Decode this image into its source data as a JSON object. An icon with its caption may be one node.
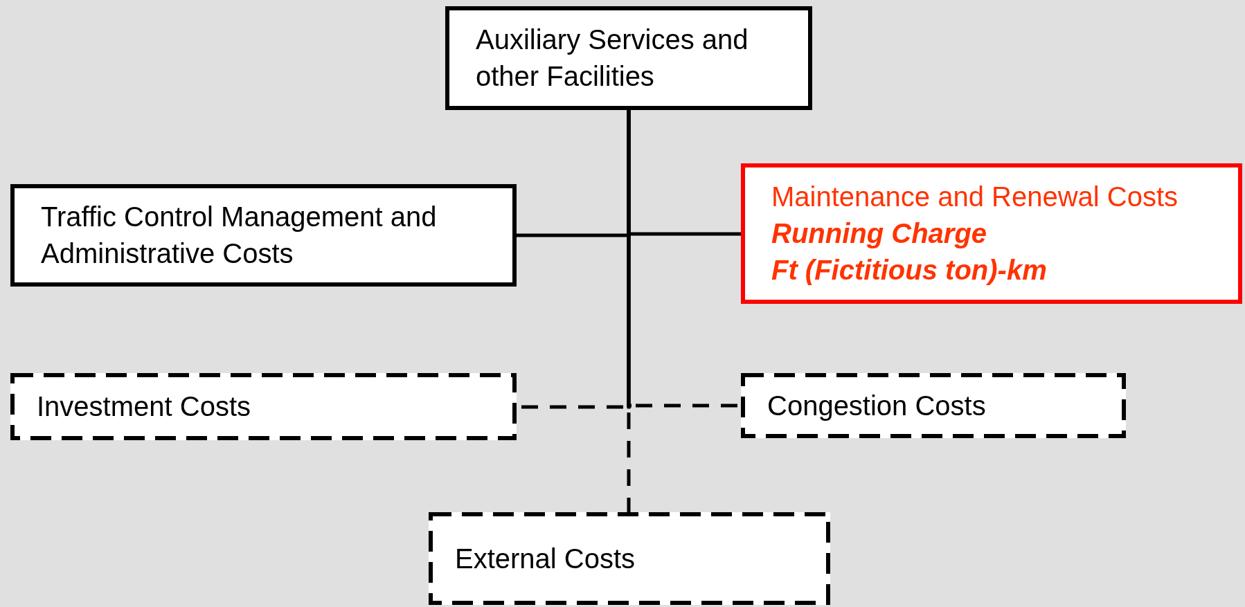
{
  "diagram": {
    "nodes": [
      {
        "text": [
          "Auxiliary Services and other Facilities"
        ]
      },
      {
        "text": [
          "Traffic Control Management and Administrative Costs"
        ]
      },
      {
        "text": [
          "Maintenance and Renewal Costs",
          "Running Charge",
          "Ft (Fictitious ton)-km"
        ]
      },
      {
        "text": [
          "Investment Costs"
        ]
      },
      {
        "text": [
          "Congestion Costs"
        ]
      },
      {
        "text": [
          "External Costs"
        ]
      }
    ],
    "edges": [
      {
        "from": 0,
        "to": 1,
        "arrow": "none"
      },
      {
        "from": 0,
        "to": 2,
        "arrow": "none"
      },
      {
        "from": 0,
        "to": 3,
        "arrow": "none",
        "style": "dashed"
      },
      {
        "from": 0,
        "to": 4,
        "arrow": "none",
        "style": "dashed"
      },
      {
        "from": 0,
        "to": 5,
        "arrow": "none",
        "style": "dashed"
      }
    ]
  }
}
